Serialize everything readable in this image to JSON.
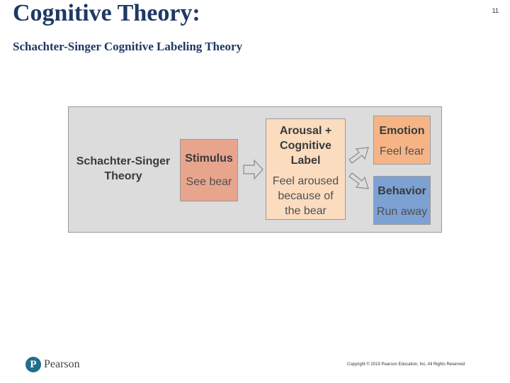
{
  "slide": {
    "title": "Cognitive Theory:",
    "number": "11",
    "subtitle": "Schachter-Singer Cognitive Labeling Theory"
  },
  "diagram": {
    "theory_label": [
      "Schachter-Singer",
      "Theory"
    ],
    "stimulus": {
      "title": "Stimulus",
      "sub": "See bear"
    },
    "arousal": {
      "title": [
        "Arousal +",
        "Cognitive",
        "Label"
      ],
      "sub": [
        "Feel aroused",
        "because of",
        "the bear"
      ]
    },
    "emotion": {
      "title": "Emotion",
      "sub": "Feel fear"
    },
    "behavior": {
      "title": "Behavior",
      "sub": "Run away"
    },
    "colors": {
      "panel": "#dcdcdc",
      "stimulus": "#e8a58e",
      "arousal": "#fbdcbf",
      "emotion": "#f6b486",
      "behavior": "#7da1d3",
      "arrow": "#dcdcdc"
    }
  },
  "footer": {
    "logo_text": "Pearson",
    "logo_icon": "pearson-p-icon",
    "copyright": "Copyright © 2019 Pearson Education, Inc. All Rights Reserved"
  }
}
